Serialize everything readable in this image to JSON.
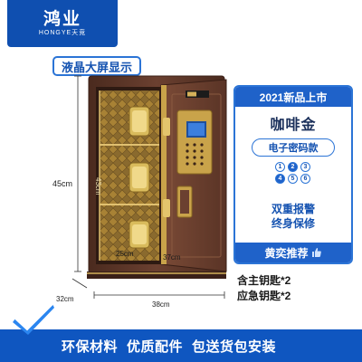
{
  "brand": {
    "name_cn": "鸿业",
    "name_en": "HONGYE天竞"
  },
  "lcd_badge": "液晶大屏显示",
  "panel": {
    "new_label": "2021新品上市",
    "color_name": "咖啡金",
    "lock_type": "电子密码款",
    "keypad_digits": [
      "1",
      "2",
      "3",
      "4",
      "5",
      "6"
    ],
    "features": [
      "双重报警",
      "终身保修"
    ],
    "recommend": "黄奕推荐"
  },
  "keys_info": [
    "含主钥匙*2",
    "应急钥匙*2"
  ],
  "dimensions": {
    "height_outer": "45cm",
    "height_inner": "43cm",
    "width_inner": "25cm",
    "depth_inner": "37cm",
    "depth_outer": "32cm",
    "width_outer": "38cm"
  },
  "banner": [
    "环保材料",
    "优质配件",
    "包送货包安装"
  ],
  "colors": {
    "brand_blue": "#0f4fb0",
    "accent_blue": "#2b74d6",
    "safe_body": "#5a3426",
    "gold": "#d4b15a"
  }
}
